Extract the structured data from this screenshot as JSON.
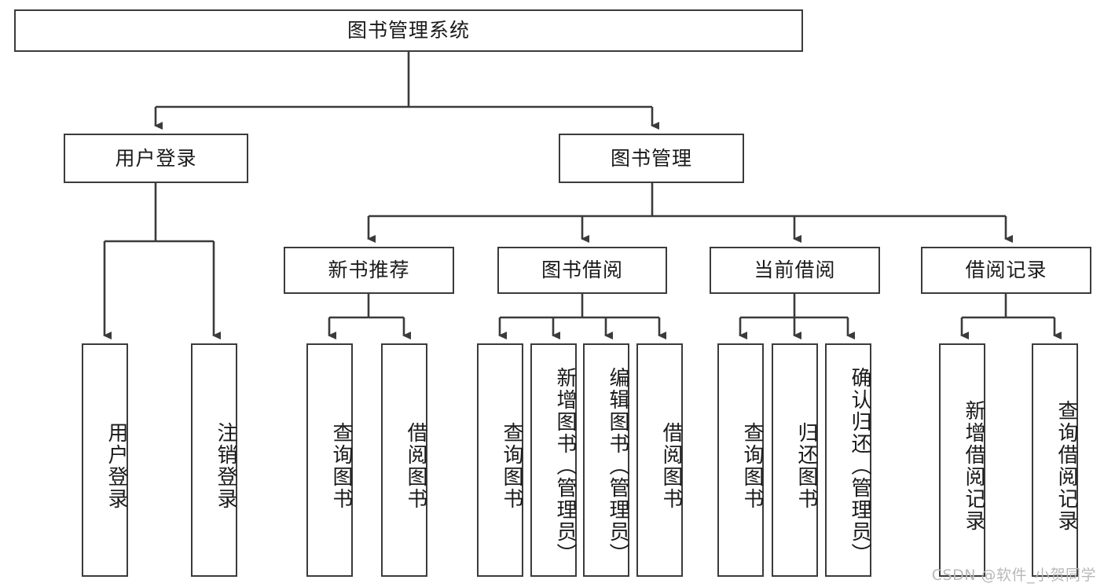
{
  "diagram": {
    "title": "图书管理系统",
    "type": "tree-hierarchy",
    "root": {
      "label": "图书管理系统"
    },
    "level2": [
      {
        "label": "用户登录"
      },
      {
        "label": "图书管理"
      }
    ],
    "level3": [
      {
        "label": "新书推荐"
      },
      {
        "label": "图书借阅"
      },
      {
        "label": "当前借阅"
      },
      {
        "label": "借阅记录"
      }
    ],
    "leaves": {
      "user_login": [
        {
          "label": "用户登录"
        },
        {
          "label": "注销登录"
        }
      ],
      "new_book_recommend": [
        {
          "label": "查询图书"
        },
        {
          "label": "借阅图书"
        }
      ],
      "book_borrow": [
        {
          "label": "查询图书"
        },
        {
          "label": "新增图书（管理员）"
        },
        {
          "label": "编辑图书（管理员）"
        },
        {
          "label": "借阅图书"
        }
      ],
      "current_borrow": [
        {
          "label": "查询图书"
        },
        {
          "label": "归还图书"
        },
        {
          "label": "确认归还（管理员）"
        }
      ],
      "borrow_record": [
        {
          "label": "新增借阅记录"
        },
        {
          "label": "查询借阅记录"
        }
      ]
    }
  },
  "watermark": {
    "text": "CSDN @软件_小贺同学"
  },
  "colors": {
    "border": "#3b3b3b",
    "text": "#1a1a1a",
    "background": "#ffffff",
    "watermark": "#b9b9b9"
  }
}
